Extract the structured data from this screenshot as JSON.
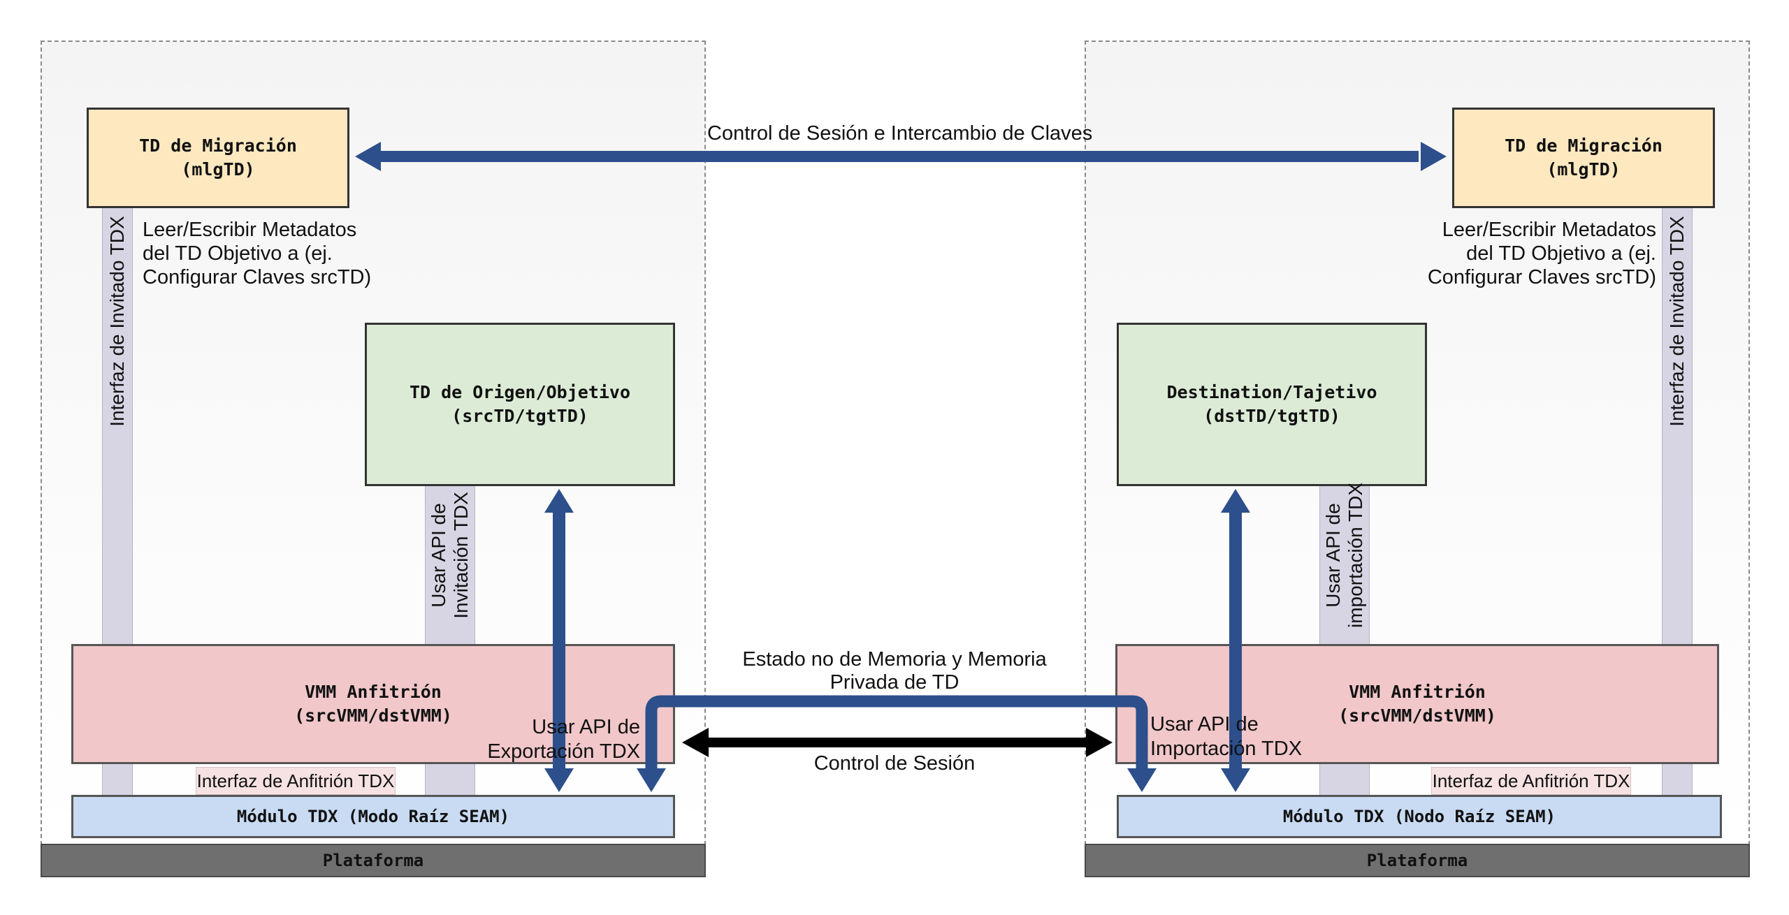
{
  "left": {
    "migration_td": {
      "line1": "TD de Migración",
      "line2": "(mlgTD)"
    },
    "invited_interface": "Interfaz de Invitado TDX",
    "metadata_note": [
      "Leer/Escribir Metadatos",
      "del TD Objetivo a (ej.",
      "Configurar Claves srcTD)"
    ],
    "target_td": {
      "line1": "TD de Origen/Objetivo",
      "line2": "(srcTD/tgtTD)"
    },
    "api_label": [
      "Usar API de",
      "Invitación TDX"
    ],
    "vmm": {
      "line1": "VMM Anfitrión",
      "line2": "(srcVMM/dstVMM)"
    },
    "export_label": [
      "Usar API de",
      "Exportación TDX"
    ],
    "host_interface": "Interfaz de Anfitrión TDX",
    "tdx_module": "Módulo TDX (Modo Raíz SEAM)",
    "platform": "Plataforma"
  },
  "right": {
    "migration_td": {
      "line1": "TD de Migración",
      "line2": "(mlgTD)"
    },
    "invited_interface": "Interfaz de Invitado TDX",
    "metadata_note": [
      "Leer/Escribir Metadatos",
      "del TD Objetivo a (ej.",
      "Configurar Claves srcTD)"
    ],
    "target_td": {
      "line1": "Destination/Tajetivo",
      "line2": "(dstTD/tgtTD)"
    },
    "api_label": [
      "Usar API de",
      "importación TDX"
    ],
    "vmm": {
      "line1": "VMM Anfitrión",
      "line2": "(srcVMM/dstVMM)"
    },
    "import_label": [
      "Usar API de",
      "Importación TDX"
    ],
    "host_interface": "Interfaz de Anfitrión TDX",
    "tdx_module": "Módulo TDX (Nodo Raíz SEAM)",
    "platform": "Plataforma"
  },
  "center": {
    "session_key_control": "Control de Sesión e Intercambio de Claves",
    "memory_state": [
      "Estado no de Memoria y Memoria",
      "Privada de TD"
    ],
    "session_control": "Control de Sesión"
  },
  "colors": {
    "arrow_blue": "#2d4f8c",
    "arrow_black": "#000000",
    "migration_fill": "#fde8c0",
    "td_fill": "#dcebd6",
    "vmm_fill": "#f1c7c9",
    "tdx_fill": "#c8dbf3",
    "platform_fill": "#6f6f6f",
    "pillar_fill": "#d7d5e3"
  }
}
